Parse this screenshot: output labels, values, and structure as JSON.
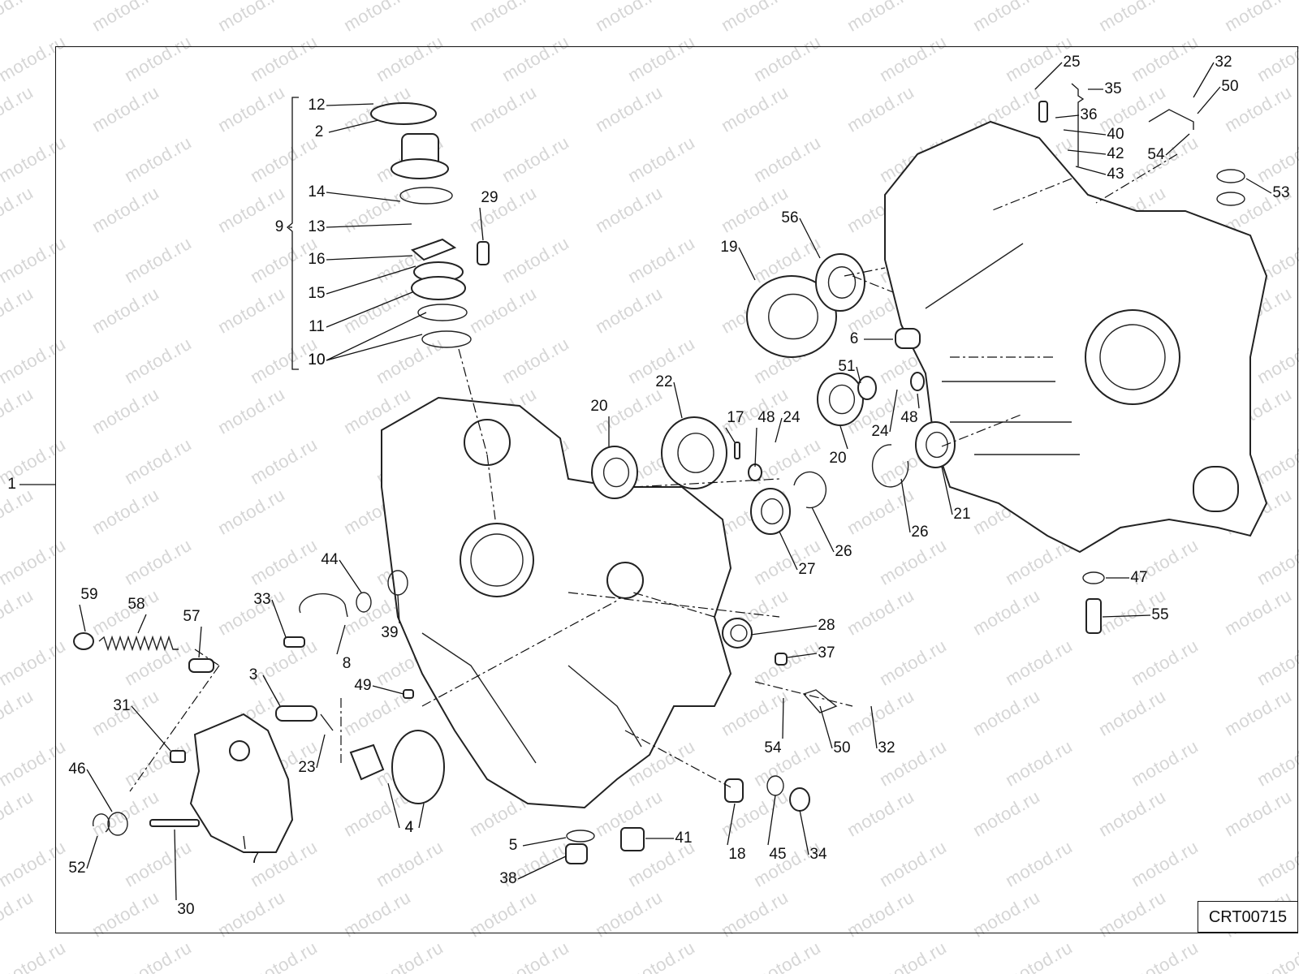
{
  "diagram": {
    "drawing_code": "CRT00715",
    "watermark_text": "motod.ru",
    "callouts": [
      "1",
      "2",
      "3",
      "4",
      "5",
      "6",
      "7",
      "8",
      "9",
      "10",
      "11",
      "12",
      "13",
      "14",
      "15",
      "16",
      "17",
      "18",
      "19",
      "20",
      "21",
      "22",
      "23",
      "24",
      "25",
      "26",
      "27",
      "28",
      "29",
      "30",
      "31",
      "32",
      "33",
      "34",
      "35",
      "36",
      "37",
      "38",
      "39",
      "40",
      "41",
      "42",
      "43",
      "44",
      "45",
      "46",
      "47",
      "48",
      "49",
      "50",
      "51",
      "52",
      "53",
      "54",
      "55",
      "56",
      "57",
      "58",
      "59"
    ]
  }
}
